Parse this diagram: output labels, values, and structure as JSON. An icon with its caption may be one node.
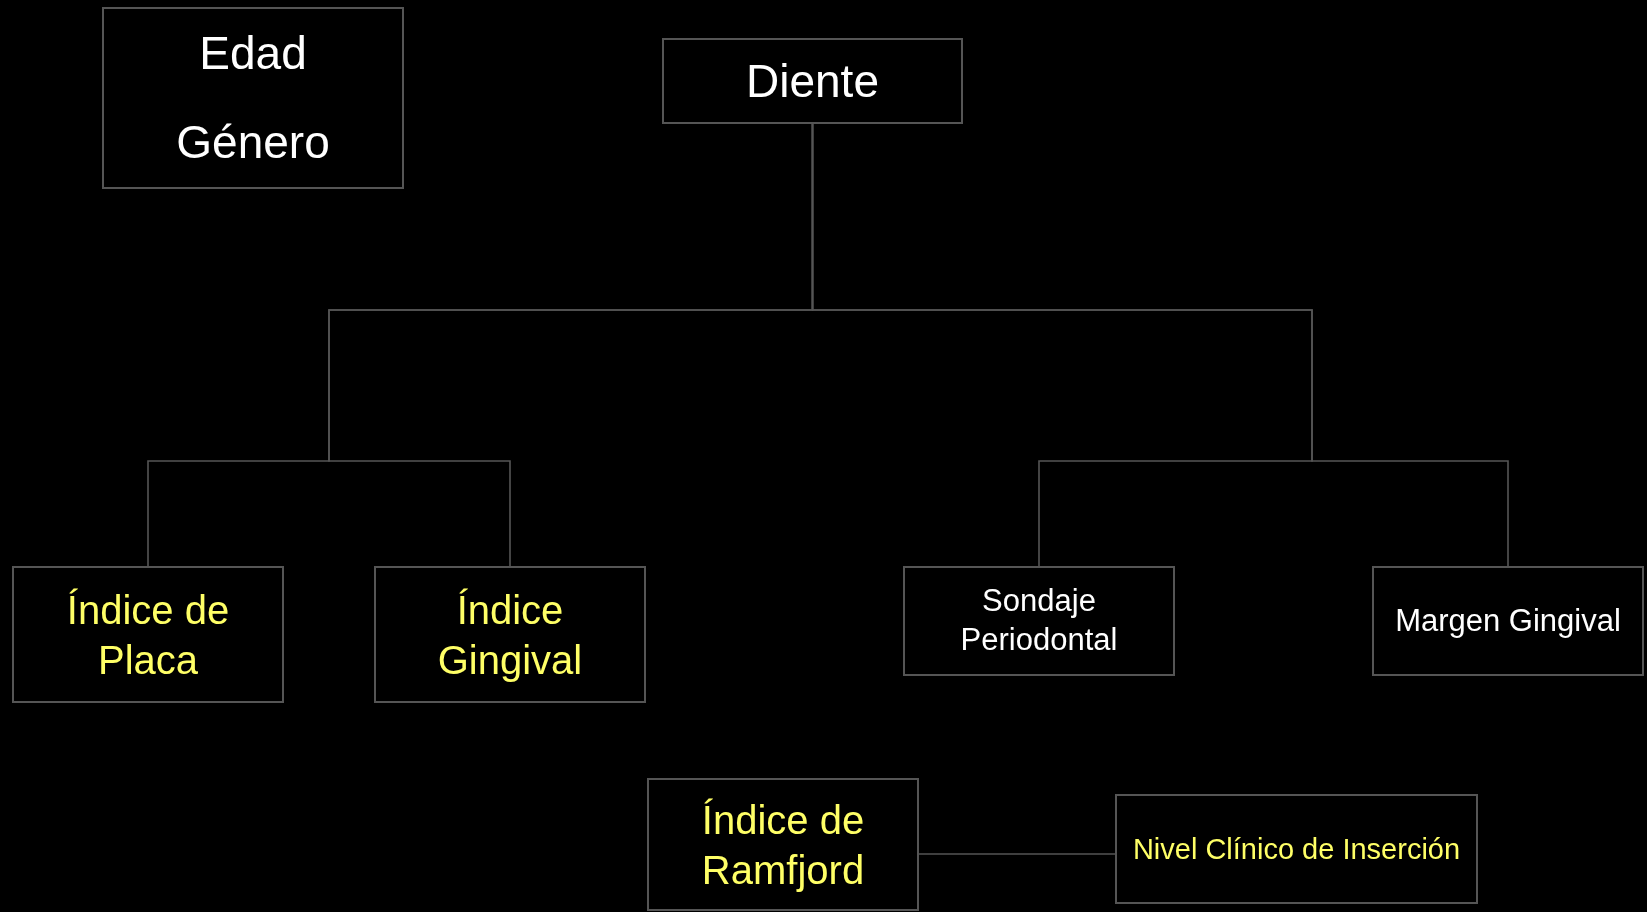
{
  "diagram": {
    "nodes": [
      {
        "text": [
          "Edad",
          "Género"
        ]
      },
      {
        "text": [
          "Diente"
        ]
      },
      {
        "text": [
          "Índice de Placa"
        ]
      },
      {
        "text": [
          "Índice Gingival"
        ]
      },
      {
        "text": [
          "Sondaje Periodontal"
        ]
      },
      {
        "text": [
          "Margen Gingival"
        ]
      },
      {
        "text": [
          "Índice de Ramfjord"
        ]
      },
      {
        "text": [
          "Nivel Clínico de Inserción"
        ]
      }
    ],
    "edges": [
      {
        "from": 1,
        "to": 2,
        "arrow": "none"
      },
      {
        "from": 1,
        "to": 3,
        "arrow": "none"
      },
      {
        "from": 1,
        "to": 4,
        "arrow": "none"
      },
      {
        "from": 1,
        "to": 5,
        "arrow": "none"
      },
      {
        "from": 6,
        "to": 7,
        "arrow": "none"
      }
    ]
  }
}
